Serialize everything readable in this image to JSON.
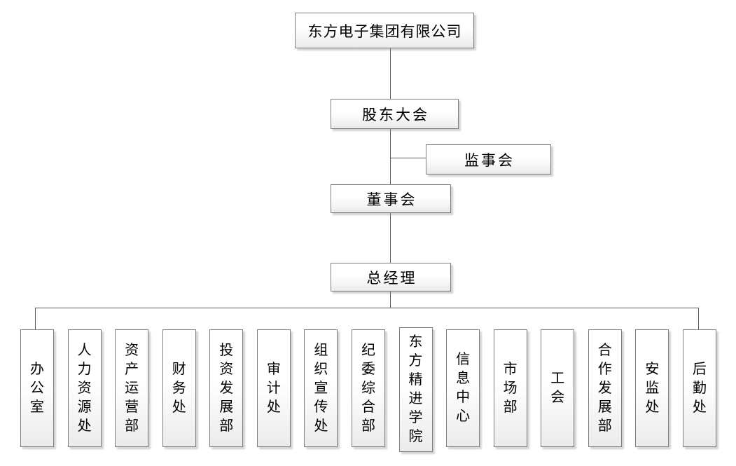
{
  "chart": {
    "type": "org-chart",
    "root": {
      "label": "东方电子集团有限公司"
    },
    "levels": {
      "shareholders_meeting": {
        "label": "股东大会"
      },
      "supervisory_board": {
        "label": "监事会"
      },
      "board_of_directors": {
        "label": "董事会"
      },
      "general_manager": {
        "label": "总经理"
      }
    },
    "departments": [
      {
        "label": "办公室"
      },
      {
        "label": "人力资源处"
      },
      {
        "label": "资产运营部"
      },
      {
        "label": "财务处"
      },
      {
        "label": "投资发展部"
      },
      {
        "label": "审计处"
      },
      {
        "label": "组织宣传处"
      },
      {
        "label": "纪委综合部"
      },
      {
        "label": "东方精进学院"
      },
      {
        "label": "信息中心"
      },
      {
        "label": "市场部"
      },
      {
        "label": "工会"
      },
      {
        "label": "合作发展部"
      },
      {
        "label": "安监处"
      },
      {
        "label": "后勤处"
      }
    ],
    "colors": {
      "box_border": "#7f7f7f",
      "box_fill_top": "#ffffff",
      "box_fill_bottom": "#ebebeb",
      "connector": "#595959",
      "text": "#000000",
      "background": "#ffffff"
    }
  }
}
